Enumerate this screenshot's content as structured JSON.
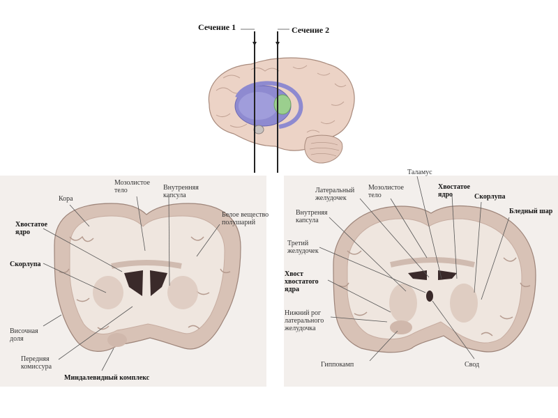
{
  "sections": {
    "section1": "Сечение 1",
    "section2": "Сечение 2"
  },
  "left_labels": {
    "cortex": "Кора",
    "corpus_callosum": "Мозолистое\nтело",
    "internal_capsule": "Внутренняя\nкапсула",
    "white_matter": "Белое вещество\nполушарий",
    "caudate": "Хвостатое\nядро",
    "putamen": "Скорлупа",
    "temporal_lobe": "Височная\nдоля",
    "anterior_commissure": "Передняя\nкомиссура",
    "amygdala": "Миндалевидный комплекс"
  },
  "right_labels": {
    "thalamus": "Таламус",
    "lateral_ventricle": "Латеральный\nжелудочек",
    "corpus_callosum": "Мозолистое\nтело",
    "caudate": "Хвостатое\nядро",
    "putamen": "Скорлупа",
    "globus_pallidus": "Бледный шар",
    "internal_capsule": "Внутреняя\nкапсула",
    "third_ventricle": "Третий\nжелудочек",
    "caudate_tail": "Хвост\nхвостатого\nядра",
    "inferior_horn": "Нижний рог\nлатерального\nжелудочка",
    "hippocampus": "Гиппокамп",
    "fornix": "Свод"
  },
  "colors": {
    "cortex": "#d8c2b6",
    "white_matter": "#efe6df",
    "ventricle": "#3a2a2a",
    "line": "#555555",
    "brain_lateral": "#ecd3c6",
    "basal_ganglia": "#8e8ad0"
  }
}
